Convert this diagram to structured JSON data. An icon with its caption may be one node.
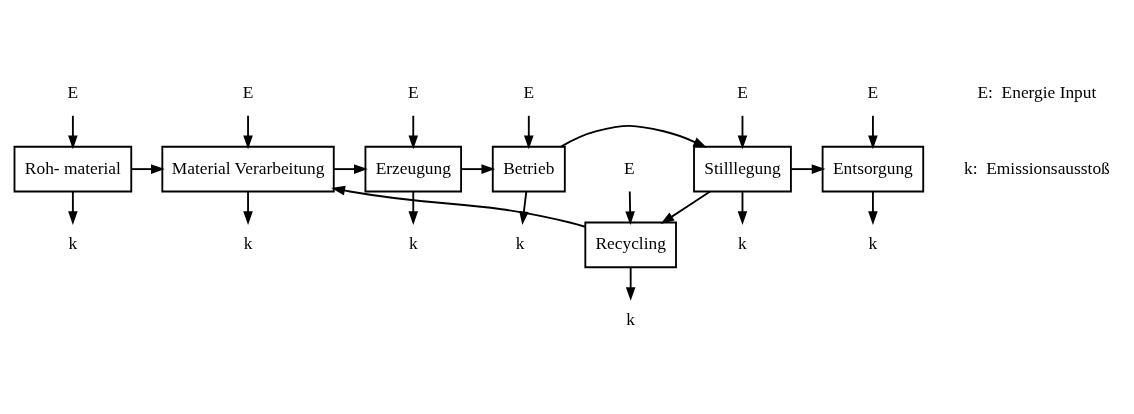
{
  "diagram": {
    "nodes": [
      {
        "text": [
          "Roh- material"
        ]
      },
      {
        "text": [
          "Material Verarbeitung"
        ]
      },
      {
        "text": [
          "Erzeugung"
        ]
      },
      {
        "text": [
          "Betrieb"
        ]
      },
      {
        "text": [
          "Stilllegung"
        ]
      },
      {
        "text": [
          "Entsorgung"
        ]
      },
      {
        "text": [
          "Recycling"
        ]
      },
      {
        "text": [
          "E"
        ]
      },
      {
        "text": [
          "k"
        ]
      },
      {
        "text": [
          "E"
        ]
      },
      {
        "text": [
          "k"
        ]
      },
      {
        "text": [
          "E"
        ]
      },
      {
        "text": [
          "k"
        ]
      },
      {
        "text": [
          "E"
        ]
      },
      {
        "text": [
          "k"
        ]
      },
      {
        "text": [
          "E"
        ]
      },
      {
        "text": [
          "k"
        ]
      },
      {
        "text": [
          "E"
        ]
      },
      {
        "text": [
          "k"
        ]
      },
      {
        "text": [
          "E"
        ]
      },
      {
        "text": [
          "k"
        ]
      }
    ],
    "edges": [
      {
        "from": 0,
        "to": 1,
        "arrow": "to"
      },
      {
        "from": 1,
        "to": 2,
        "arrow": "to"
      },
      {
        "from": 2,
        "to": 3,
        "arrow": "to"
      },
      {
        "from": 3,
        "to": 4,
        "arrow": "to"
      },
      {
        "from": 4,
        "to": 5,
        "arrow": "to"
      },
      {
        "from": 4,
        "to": 6,
        "arrow": "to"
      },
      {
        "from": 6,
        "to": 1,
        "arrow": "to"
      },
      {
        "from": 7,
        "to": 0,
        "arrow": "to"
      },
      {
        "from": 0,
        "to": 8,
        "arrow": "to"
      },
      {
        "from": 9,
        "to": 1,
        "arrow": "to"
      },
      {
        "from": 1,
        "to": 10,
        "arrow": "to"
      },
      {
        "from": 11,
        "to": 2,
        "arrow": "to"
      },
      {
        "from": 2,
        "to": 12,
        "arrow": "to"
      },
      {
        "from": 13,
        "to": 3,
        "arrow": "to"
      },
      {
        "from": 3,
        "to": 14,
        "arrow": "to"
      },
      {
        "from": 15,
        "to": 4,
        "arrow": "to"
      },
      {
        "from": 4,
        "to": 16,
        "arrow": "to"
      },
      {
        "from": 17,
        "to": 5,
        "arrow": "to"
      },
      {
        "from": 5,
        "to": 18,
        "arrow": "to"
      },
      {
        "from": 19,
        "to": 6,
        "arrow": "to"
      },
      {
        "from": 6,
        "to": 20,
        "arrow": "to"
      }
    ],
    "labels": [
      "E:  Energie Input",
      "k:  Emissionsausstoß"
    ]
  }
}
